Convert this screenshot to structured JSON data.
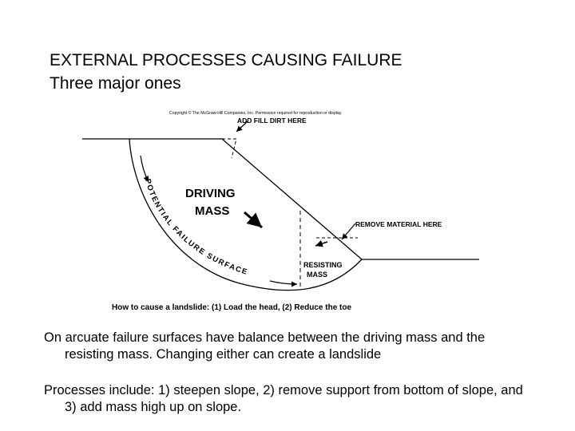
{
  "slide": {
    "title": "EXTERNAL PROCESSES CAUSING FAILURE",
    "subtitle": "Three major ones"
  },
  "diagram": {
    "copyright": "Copyright © The McGraw-Hill Companies, Inc. Permission required for reproduction or display.",
    "label_add_fill": "ADD FILL DIRT HERE",
    "label_driving_line1": "DRIVING",
    "label_driving_line2": "MASS",
    "label_remove_material": "REMOVE MATERIAL HERE",
    "label_resisting_line1": "RESISTING",
    "label_resisting_line2": "MASS",
    "label_failure_surface": "POTENTIAL FAILURE SURFACE",
    "caption": "How to cause a landslide: (1) Load the head, (2) Reduce the toe"
  },
  "body": {
    "paragraph1": "On arcuate failure surfaces have balance between the driving mass and the resisting mass. Changing either can create a landslide",
    "paragraph2": "Processes include: 1) steepen slope, 2) remove support from bottom of slope, and 3) add mass high up on slope."
  }
}
